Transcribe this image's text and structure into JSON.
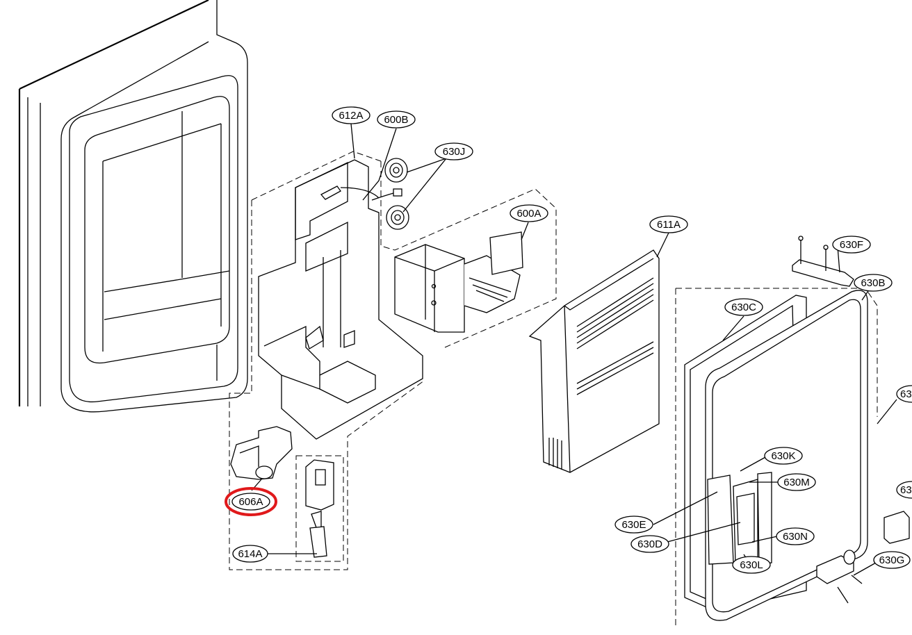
{
  "diagram": {
    "labels": [
      {
        "id": "612A",
        "text": "612A"
      },
      {
        "id": "600B",
        "text": "600B"
      },
      {
        "id": "630J",
        "text": "630J"
      },
      {
        "id": "600A",
        "text": "600A"
      },
      {
        "id": "611A",
        "text": "611A"
      },
      {
        "id": "630F",
        "text": "630F"
      },
      {
        "id": "630B",
        "text": "630B"
      },
      {
        "id": "630C",
        "text": "630C"
      },
      {
        "id": "630K",
        "text": "630K"
      },
      {
        "id": "630M",
        "text": "630M"
      },
      {
        "id": "630E",
        "text": "630E"
      },
      {
        "id": "630D",
        "text": "630D"
      },
      {
        "id": "630N",
        "text": "630N"
      },
      {
        "id": "630L",
        "text": "630L"
      },
      {
        "id": "630G",
        "text": "630G"
      },
      {
        "id": "606A",
        "text": "606A"
      },
      {
        "id": "614A",
        "text": "614A"
      },
      {
        "id": "cut1",
        "text": "63"
      },
      {
        "id": "cut2",
        "text": "63"
      }
    ],
    "highlight": {
      "target": "606A",
      "color": "#e0191b"
    }
  }
}
